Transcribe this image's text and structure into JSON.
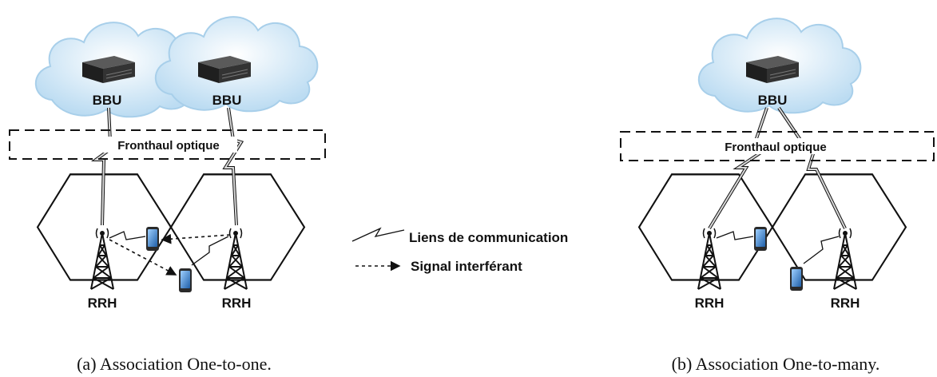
{
  "figure_a": {
    "bbu_left_label": "BBU",
    "bbu_right_label": "BBU",
    "fronthaul_label": "Fronthaul optique",
    "rrh_left_label": "RRH",
    "rrh_right_label": "RRH",
    "caption": "(a)  Association One-to-one."
  },
  "legend": {
    "comm_label": "Liens de communication",
    "interf_label": "Signal interférant"
  },
  "figure_b": {
    "bbu_label": "BBU",
    "fronthaul_label": "Fronthaul optique",
    "rrh_left_label": "RRH",
    "rrh_right_label": "RRH",
    "caption": "(b)  Association One-to-many."
  },
  "colors": {
    "cloud_fill": "#cfe6f6",
    "cloud_stroke": "#9cc7e8",
    "server_body": "#2b2b2b",
    "cable": "#bdbdbd",
    "phone_screen": "#4a90d9"
  }
}
